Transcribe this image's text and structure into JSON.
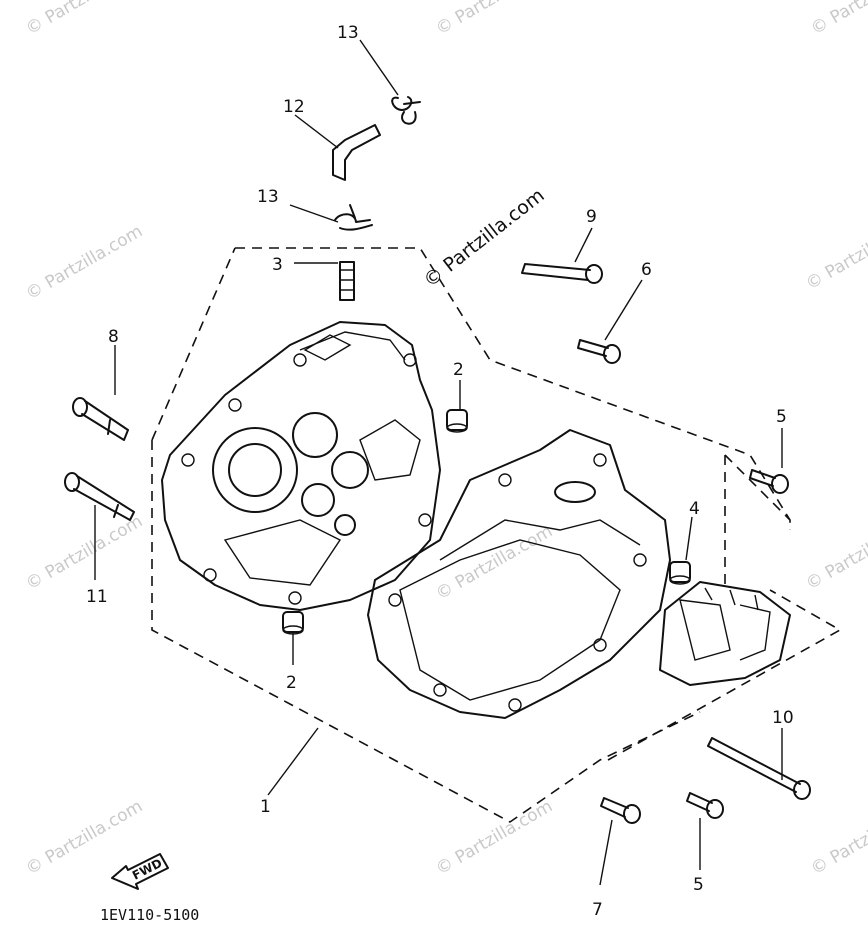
{
  "watermark": {
    "copyright_symbol": "©",
    "text": "Partzilla.com"
  },
  "callouts": {
    "c1": "1",
    "c2_upper": "2",
    "c2_lower": "2",
    "c3": "3",
    "c4": "4",
    "c5_upper": "5",
    "c5_lower": "5",
    "c6": "6",
    "c7": "7",
    "c8": "8",
    "c9": "9",
    "c10": "10",
    "c11": "11",
    "c12": "12",
    "c13_upper": "13",
    "c13_lower": "13"
  },
  "fwd_arrow_label": "FWD",
  "diagram_code": "1EV110-5100"
}
